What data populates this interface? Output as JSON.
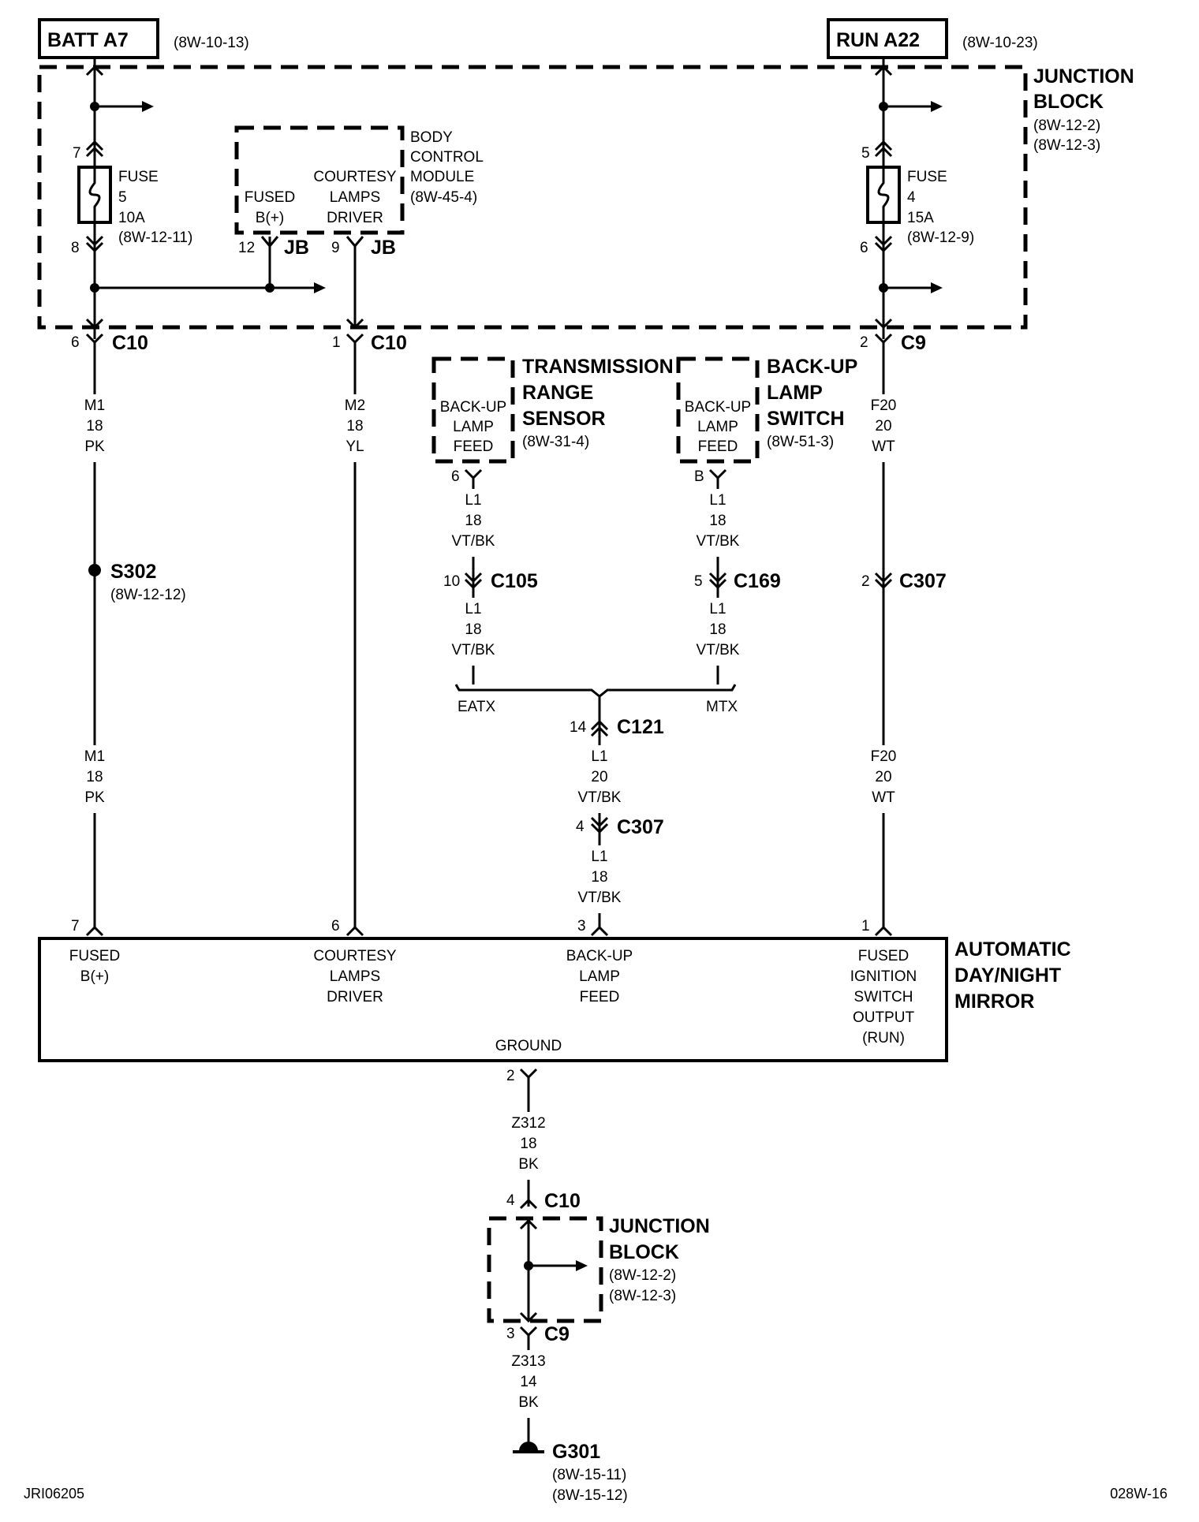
{
  "top": {
    "batt_source": "BATT A7",
    "batt_ref": "(8W-10-13)",
    "run_source": "RUN A22",
    "run_ref": "(8W-10-23)"
  },
  "junction_block": {
    "title_line1": "JUNCTION",
    "title_line2": "BLOCK",
    "ref1": "(8W-12-2)",
    "ref2": "(8W-12-3)"
  },
  "fuse5": {
    "pin_in": "7",
    "pin_out": "8",
    "l1": "FUSE",
    "l2": "5",
    "l3": "10A",
    "l4": "(8W-12-11)"
  },
  "fuse4": {
    "pin_in": "5",
    "pin_out": "6",
    "l1": "FUSE",
    "l2": "4",
    "l3": "15A",
    "l4": "(8W-12-9)"
  },
  "bcm": {
    "l1": "BODY",
    "l2": "CONTROL",
    "l3": "MODULE",
    "ref": "(8W-45-4)",
    "fused_l1": "FUSED",
    "fused_l2": "B(+)",
    "court_l1": "COURTESY",
    "court_l2": "LAMPS",
    "court_l3": "DRIVER",
    "pin12": "12",
    "pin9": "9",
    "jb": "JB"
  },
  "connectors": {
    "c10_pin6": "6",
    "c10_pin1": "1",
    "c10": "C10",
    "c9_pin2": "2",
    "c9": "C9"
  },
  "wires": {
    "m1_code": "M1",
    "m1_gauge": "18",
    "m1_color": "PK",
    "m2_code": "M2",
    "m2_gauge": "18",
    "m2_color": "YL",
    "f20_code": "F20",
    "f20_gauge": "20",
    "f20_color": "WT",
    "l1_code": "L1",
    "l1_18": "18",
    "l1_20": "20",
    "l1_color": "VT/BK",
    "z312_code": "Z312",
    "z312_gauge": "18",
    "z312_color": "BK",
    "z313_code": "Z313",
    "z313_gauge": "14",
    "z313_color": "BK"
  },
  "splice": {
    "name": "S302",
    "ref": "(8W-12-12)"
  },
  "trs": {
    "title1": "TRANSMISSION",
    "title2": "RANGE",
    "title3": "SENSOR",
    "ref": "(8W-31-4)",
    "feed1": "BACK-UP",
    "feed2": "LAMP",
    "feed3": "FEED",
    "pin": "6"
  },
  "bls": {
    "title1": "BACK-UP",
    "title2": "LAMP",
    "title3": "SWITCH",
    "ref": "(8W-51-3)",
    "feed1": "BACK-UP",
    "feed2": "LAMP",
    "feed3": "FEED",
    "pin": "B"
  },
  "inline": {
    "c105_pin": "10",
    "c105": "C105",
    "c169_pin": "5",
    "c169": "C169",
    "c307_pin2": "2",
    "c307": "C307",
    "c307_pin4": "4",
    "c121_pin": "14",
    "c121": "C121",
    "eatx": "EATX",
    "mtx": "MTX"
  },
  "mirror": {
    "title1": "AUTOMATIC",
    "title2": "DAY/NIGHT",
    "title3": "MIRROR",
    "pin7": "7",
    "pin6": "6",
    "pin3": "3",
    "pin1": "1",
    "pin2": "2",
    "fused_l1": "FUSED",
    "fused_l2": "B(+)",
    "court_l1": "COURTESY",
    "court_l2": "LAMPS",
    "court_l3": "DRIVER",
    "backup_l1": "BACK-UP",
    "backup_l2": "LAMP",
    "backup_l3": "FEED",
    "ign_l1": "FUSED",
    "ign_l2": "IGNITION",
    "ign_l3": "SWITCH",
    "ign_l4": "OUTPUT",
    "ign_l5": "(RUN)",
    "ground": "GROUND"
  },
  "jb_bottom": {
    "c10_pin": "4",
    "c10": "C10",
    "c9_pin": "3",
    "c9": "C9",
    "title1": "JUNCTION",
    "title2": "BLOCK",
    "ref1": "(8W-12-2)",
    "ref2": "(8W-12-3)"
  },
  "ground": {
    "name": "G301",
    "ref1": "(8W-15-11)",
    "ref2": "(8W-15-12)"
  },
  "footer": {
    "left": "JRI06205",
    "right": "028W-16"
  }
}
